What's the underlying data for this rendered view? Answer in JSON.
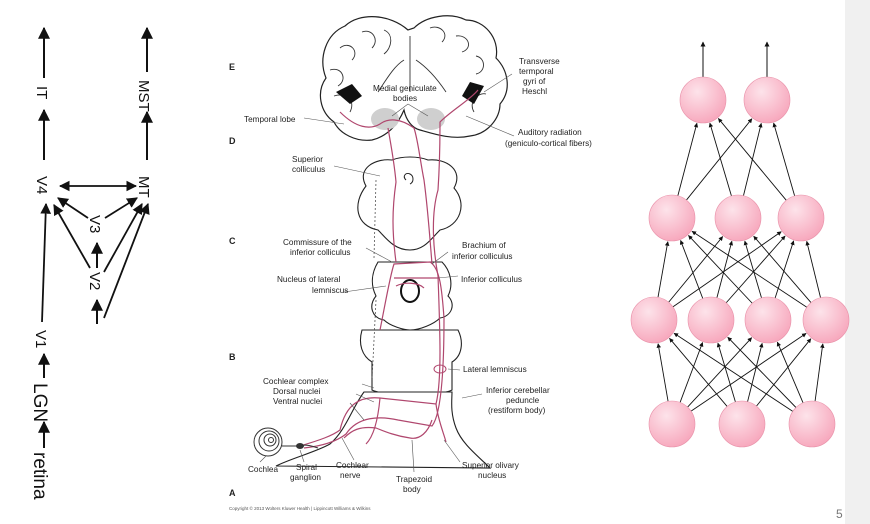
{
  "slide": {
    "page_number": "5",
    "colors": {
      "neuron_fill": "#f7a8bd",
      "neuron_highlight": "#fde3ea",
      "pathway": "#b0476e",
      "background_panel": "#f0f0f0"
    }
  },
  "visual_hierarchy": {
    "areas": [
      "retina",
      "LGN",
      "V1",
      "V2",
      "V3",
      "V4",
      "MT",
      "IT",
      "MST"
    ]
  },
  "auditory_pathway": {
    "level_letters": [
      "E",
      "D",
      "C",
      "B",
      "A"
    ],
    "labels": {
      "transverse": [
        "Transverse",
        "termporal",
        "gyri of",
        "Heschl"
      ],
      "medial_geniculate": [
        "Medial geniculate",
        "bodies"
      ],
      "temporal_lobe": "Temporal lobe",
      "auditory_radiation": [
        "Auditory radiation",
        "(geniculo-cortical fibers)"
      ],
      "superior_colliculus": [
        "Superior",
        "colliculus"
      ],
      "commissure": [
        "Commissure of the",
        "inferior colliculus"
      ],
      "brachium": [
        "Brachium of",
        "inferior colliculus"
      ],
      "inferior_colliculus": "Inferior colliculus",
      "nucleus_lateral_lemniscus": [
        "Nucleus of lateral",
        "lemniscus"
      ],
      "lateral_lemniscus": "Lateral lemniscus",
      "cochlear_complex": [
        "Cochlear complex",
        "Dorsal nuclei",
        "Ventral nuclei"
      ],
      "inferior_cerebellar": [
        "Inferior cerebellar",
        "peduncle",
        "(restiform body)"
      ],
      "cochlea": "Cochlea",
      "spiral_ganglion": [
        "Spiral",
        "ganglion"
      ],
      "cochlear_nerve": [
        "Cochlear",
        "nerve"
      ],
      "trapezoid": [
        "Trapezoid",
        "body"
      ],
      "superior_olivary": [
        "Superior olivary",
        "nucleus"
      ]
    },
    "copyright": "Copyright © 2013 Wolters Kluwer Health | Lippincott Williams & Wilkins"
  },
  "neural_network": {
    "layer_sizes": [
      3,
      4,
      3,
      2
    ],
    "output_arrows": 2
  }
}
